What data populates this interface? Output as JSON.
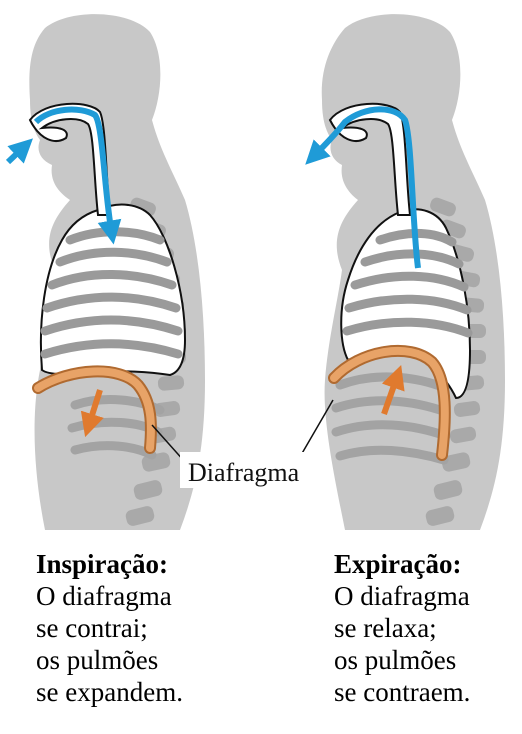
{
  "diagram": {
    "label_diaphragm": "Diafragma",
    "colors": {
      "body": "#c8c8c8",
      "spine": "#a7a7a7",
      "ribs": "#9a9a9a",
      "airflow_arrow": "#1f9bd7",
      "diaphragm": "#e8a367",
      "diaphragm_arrow": "#e07a2e"
    }
  },
  "captions": {
    "inspiration": {
      "title": "Inspiração:",
      "lines": [
        "O diafragma",
        "se contrai;",
        "os pulmões",
        "se expandem."
      ]
    },
    "expiration": {
      "title": "Expiração:",
      "lines": [
        "O diafragma",
        "se relaxa;",
        "os pulmões",
        "se contraem."
      ]
    }
  }
}
